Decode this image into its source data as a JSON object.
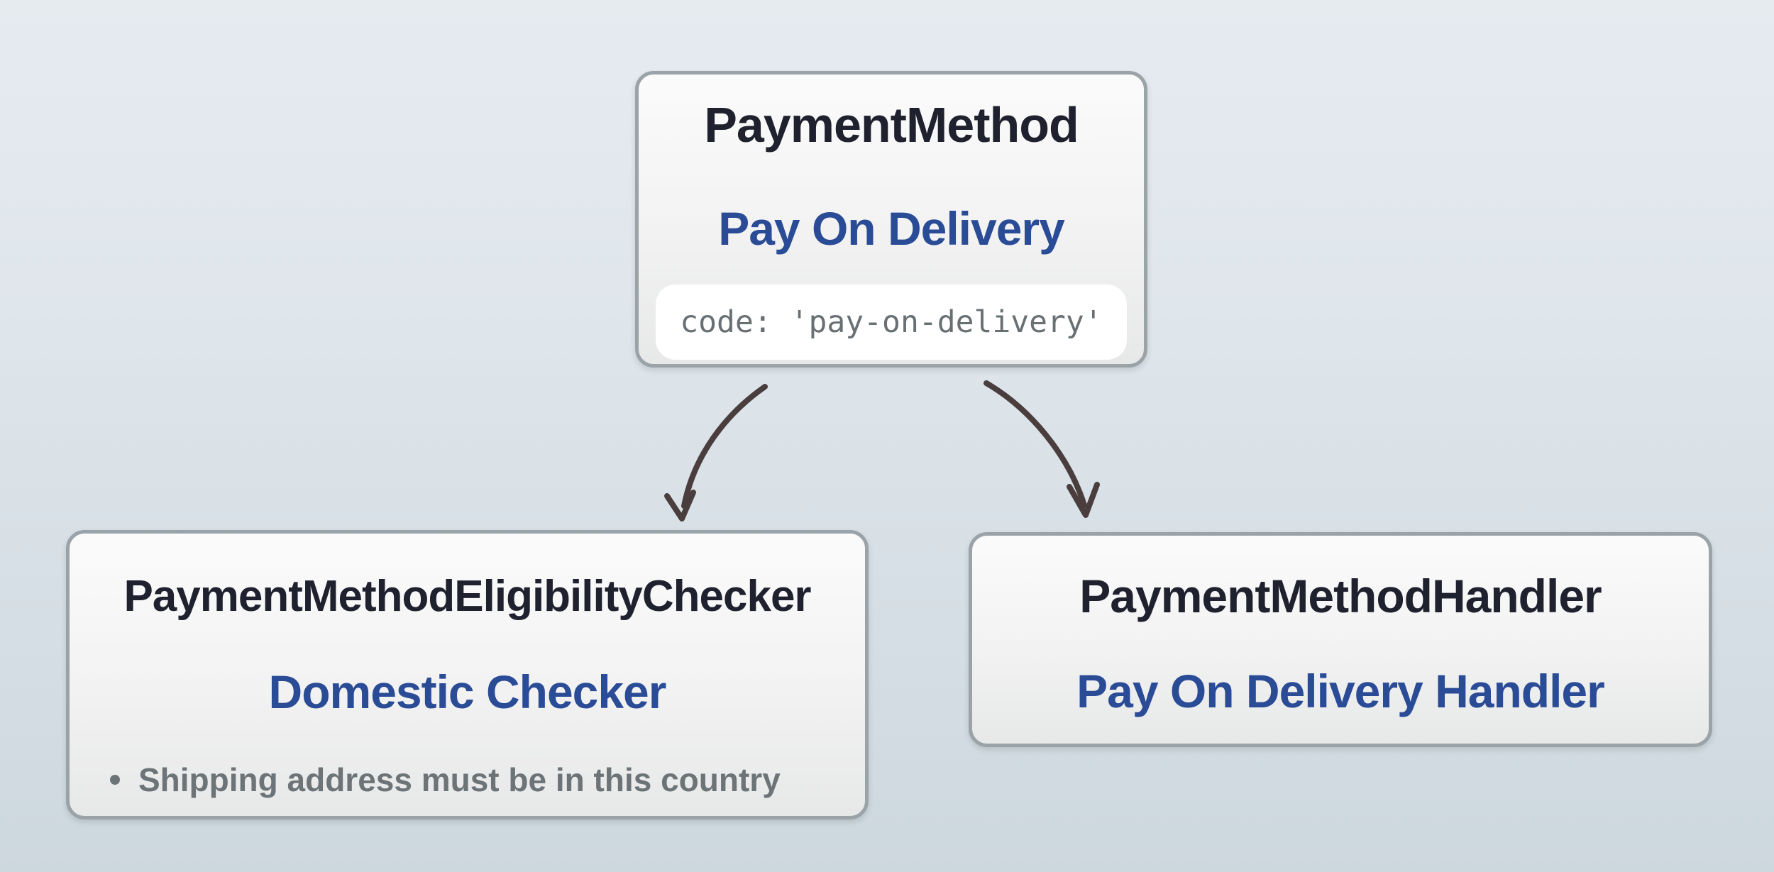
{
  "payment_method": {
    "title": "PaymentMethod",
    "subtitle": "Pay On Delivery",
    "code": "code: 'pay-on-delivery'"
  },
  "eligibility_checker": {
    "title": "PaymentMethodEligibilityChecker",
    "subtitle": "Domestic Checker",
    "rules": [
      "Shipping address must be in this country"
    ]
  },
  "handler": {
    "title": "PaymentMethodHandler",
    "subtitle": "Pay On Delivery Handler"
  },
  "colors": {
    "title_text": "#1f222e",
    "subtitle_text": "#2a4b96",
    "code_text": "#697074",
    "rule_text": "#6d7478",
    "arrow": "#4a3d3d",
    "box_border": "#9aa3a8",
    "box_fill_top": "#fbfbfb",
    "box_fill_bottom": "#e7e8e8",
    "background_top": "#e6ebf0",
    "background_bottom": "#cdd8de"
  }
}
